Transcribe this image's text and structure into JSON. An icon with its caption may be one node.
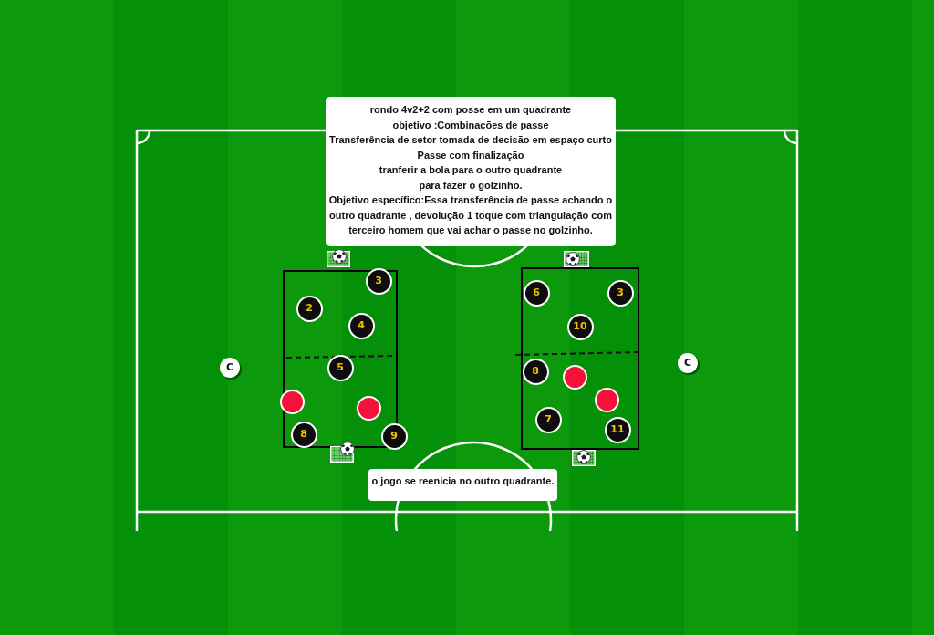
{
  "diagram": {
    "nodes": [
      {
        "text": [
          "rondo 4v2+2 com posse em um quadrante",
          "objetivo :Combinações de passe",
          "Transferência de setor tomada de decisão em espaço curto",
          "Passe com finalização",
          "tranferir a bola para o outro quadrante",
          "para fazer o golzinho.",
          "Objetivo específico:Essa transferência de passe achando o outro quadrante , devolução 1 toque com triangulação com terceiro homem que vai achar o passe no golzinho."
        ]
      },
      {
        "text": [
          "C"
        ]
      },
      {
        "text": [],
        "shape": "box"
      },
      {
        "text": [
          "3"
        ],
        "in": 2
      },
      {
        "text": [
          "2"
        ],
        "in": 2
      },
      {
        "text": [
          "4"
        ],
        "in": 2
      },
      {
        "text": [
          "5"
        ],
        "in": 2
      },
      {
        "text": [],
        "shape": "circle",
        "in": 2
      },
      {
        "text": [],
        "shape": "circle",
        "in": 2
      },
      {
        "text": [
          "8"
        ],
        "in": 2
      },
      {
        "text": [
          "9"
        ]
      },
      {
        "text": [],
        "shape": "box"
      },
      {
        "text": [
          "6"
        ],
        "in": 11
      },
      {
        "text": [
          "3"
        ],
        "in": 11
      },
      {
        "text": [
          "10"
        ],
        "in": 11
      },
      {
        "text": [
          "8"
        ],
        "in": 11
      },
      {
        "text": [],
        "shape": "circle",
        "in": 11
      },
      {
        "text": [],
        "shape": "circle",
        "in": 11
      },
      {
        "text": [
          "7"
        ],
        "in": 11
      },
      {
        "text": [
          "11"
        ],
        "in": 11
      },
      {
        "text": [
          "C"
        ]
      },
      {
        "text": [
          "o jogo se reenicia no outro quadrante."
        ]
      }
    ]
  }
}
